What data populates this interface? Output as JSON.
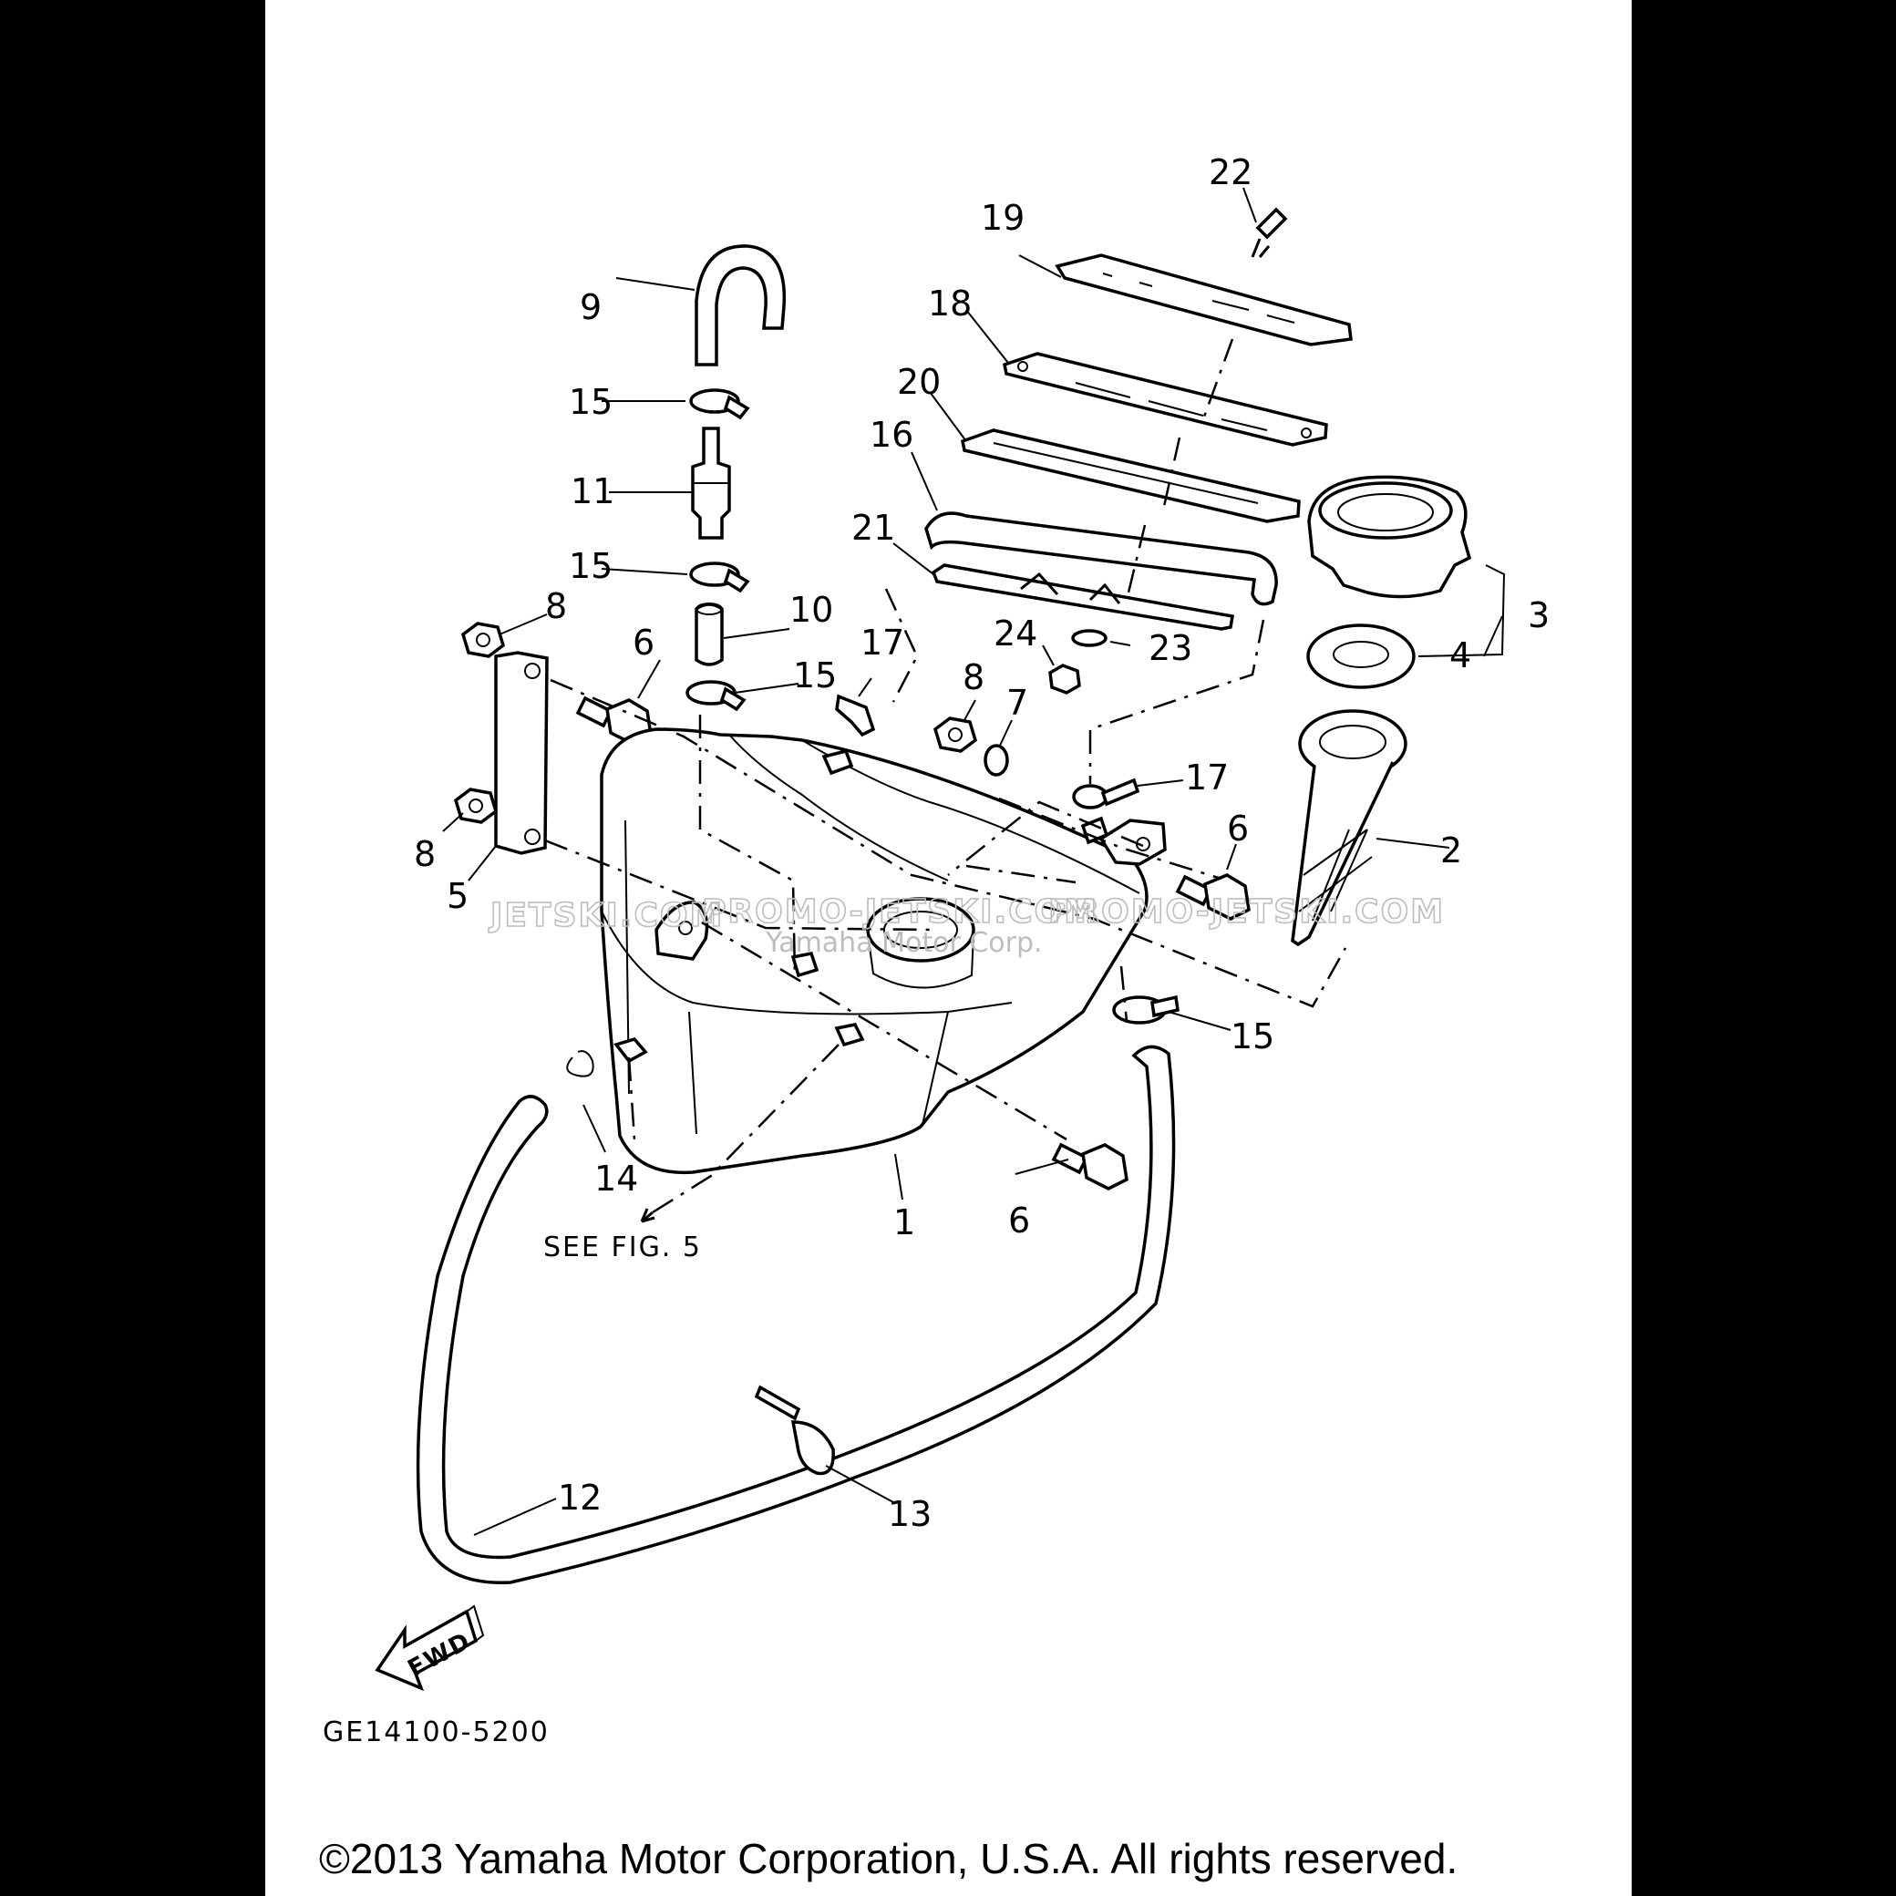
{
  "callouts": {
    "c1": "1",
    "c2": "2",
    "c3": "3",
    "c4": "4",
    "c5": "5",
    "c6a": "6",
    "c6b": "6",
    "c6c": "6",
    "c7": "7",
    "c8a": "8",
    "c8b": "8",
    "c8c": "8",
    "c9": "9",
    "c10": "10",
    "c11": "11",
    "c12": "12",
    "c13": "13",
    "c14": "14",
    "c15a": "15",
    "c15b": "15",
    "c15c": "15",
    "c15d": "15",
    "c16": "16",
    "c17a": "17",
    "c17b": "17",
    "c18": "18",
    "c19": "19",
    "c20": "20",
    "c21": "21",
    "c22": "22",
    "c23": "23",
    "c24": "24"
  },
  "see_fig": "SEE FIG. 5",
  "fwd": "FWD",
  "diagram_code": "GE14100-5200",
  "watermark_left": "JETSKI.COM",
  "watermark_mid": "PROMO-JETSKI.COM",
  "watermark_right": "PROMO-JETSKI.COM",
  "watermark_center": "Yamaha Motor Corp.",
  "copyright": "©2013 Yamaha Motor Corporation, U.S.A. All rights reserved."
}
